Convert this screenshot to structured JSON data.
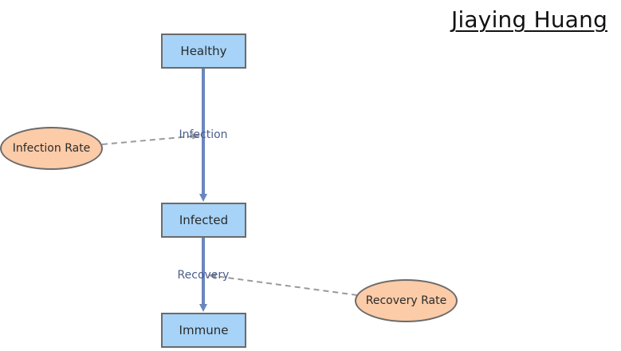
{
  "author": "Jiaying Huang",
  "stocks": {
    "healthy": "Healthy",
    "infected": "Infected",
    "immune": "Immune"
  },
  "flows": {
    "infection": "Infection",
    "recovery": "Recovery"
  },
  "converters": {
    "infection_rate": "Infection Rate",
    "recovery_rate": "Recovery Rate"
  },
  "colors": {
    "stock_fill": "#a6d3f7",
    "converter_fill": "#fccba7",
    "flow_line": "#6a86be",
    "link_line": "#9a9a9a",
    "border": "#6b6b6b"
  }
}
